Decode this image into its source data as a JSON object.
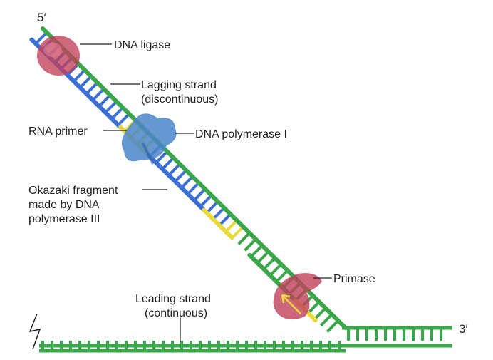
{
  "ends": {
    "five_prime": "5′",
    "three_prime": "3′"
  },
  "labels": {
    "dna_ligase": "DNA ligase",
    "lagging_strand": [
      "Lagging strand",
      "(discontinuous)"
    ],
    "rna_primer": "RNA primer",
    "dna_polymerase_1": "DNA polymerase I",
    "okazaki_fragment": [
      "Okazaki fragment",
      "made by DNA",
      "polymerase III"
    ],
    "primase": "Primase",
    "leading_strand": [
      "Leading strand",
      "(continuous)"
    ]
  },
  "colors": {
    "parental_strand": "#3aa64a",
    "new_dna": "#3b6fd6",
    "rna_primer": "#e8da3a",
    "enzyme_red": "#c0405a",
    "enzyme_blue": "#4a86c8",
    "leader": "#222222"
  }
}
